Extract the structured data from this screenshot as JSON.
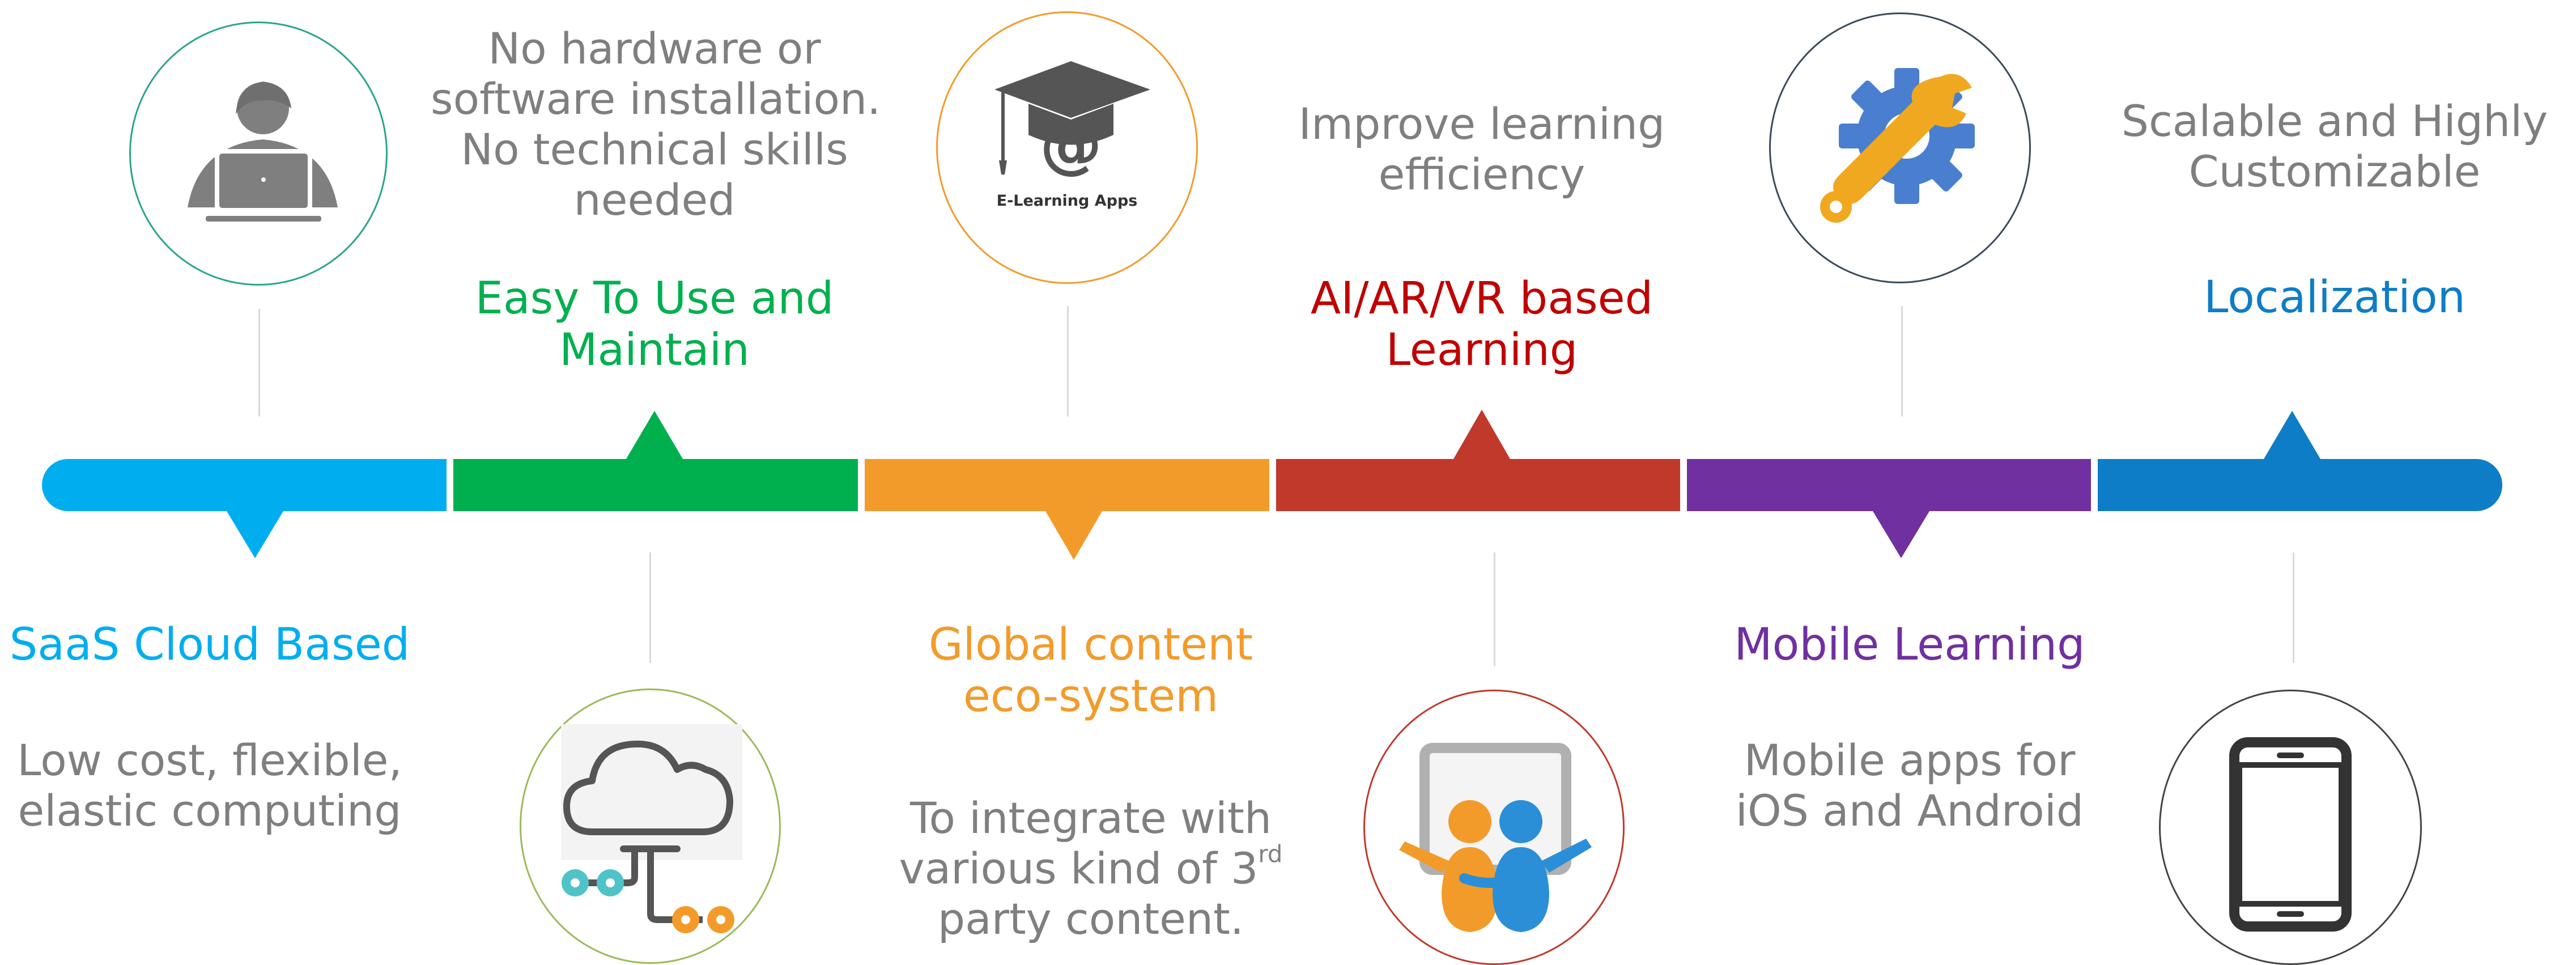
{
  "colors": {
    "cyan": "#00aeef",
    "green": "#00b04f",
    "orange": "#f39b2a",
    "red": "#c0392b",
    "purple": "#7030a0",
    "blue": "#0e7dc7",
    "grey_text": "#7f7f7f"
  },
  "features": [
    {
      "title": "SaaS Cloud Based",
      "desc": "Low cost, flexible,|elastic computing",
      "color": "#00aeef",
      "icon": "laptop-user-icon"
    },
    {
      "title": "Easy To Use and|Maintain",
      "desc": "No hardware or|software installation.|No technical skills|needed",
      "color": "#00b04f",
      "icon": "cloud-network-icon"
    },
    {
      "title": "Global content|eco-system",
      "desc_lines": [
        "To integrate with",
        "various kind of 3",
        "party content."
      ],
      "desc_sup": "rd",
      "color": "#f39b2a",
      "icon": "e-learning-cap-icon",
      "icon_caption": "E-Learning Apps"
    },
    {
      "title": "AI/AR/VR based|Learning",
      "desc": "Improve learning|efficiency",
      "color": "#c0392b",
      "icon": "collaboration-board-icon"
    },
    {
      "title": "Mobile Learning",
      "desc": "Mobile apps for|iOS and Android",
      "color": "#7030a0",
      "icon": "gear-wrench-icon"
    },
    {
      "title": "Localization",
      "desc": "Scalable and Highly|Customizable",
      "color": "#0e7dc7",
      "icon": "smartphone-icon"
    }
  ],
  "f1_title_l1": "SaaS Cloud Based",
  "f1_desc_l1": "Low cost, flexible,",
  "f1_desc_l2": "elastic computing",
  "f2_title_l1": "Easy To Use and",
  "f2_title_l2": "Maintain",
  "f2_desc_l1": "No hardware or",
  "f2_desc_l2": "software installation.",
  "f2_desc_l3": "No technical skills",
  "f2_desc_l4": "needed",
  "f3_title_l1": "Global content",
  "f3_title_l2": "eco-system",
  "f3_desc_l1": "To integrate with",
  "f3_desc_l2": "various kind of 3",
  "f3_desc_sup": "rd",
  "f3_desc_l3": "party content.",
  "f3_icon_caption": "E-Learning Apps",
  "f4_title_l1": "AI/AR/VR based",
  "f4_title_l2": "Learning",
  "f4_desc_l1": "Improve learning",
  "f4_desc_l2": "efficiency",
  "f5_title_l1": "Mobile Learning",
  "f5_desc_l1": "Mobile apps for",
  "f5_desc_l2": "iOS and Android",
  "f6_title_l1": "Localization",
  "f6_desc_l1": "Scalable and Highly",
  "f6_desc_l2": "Customizable"
}
